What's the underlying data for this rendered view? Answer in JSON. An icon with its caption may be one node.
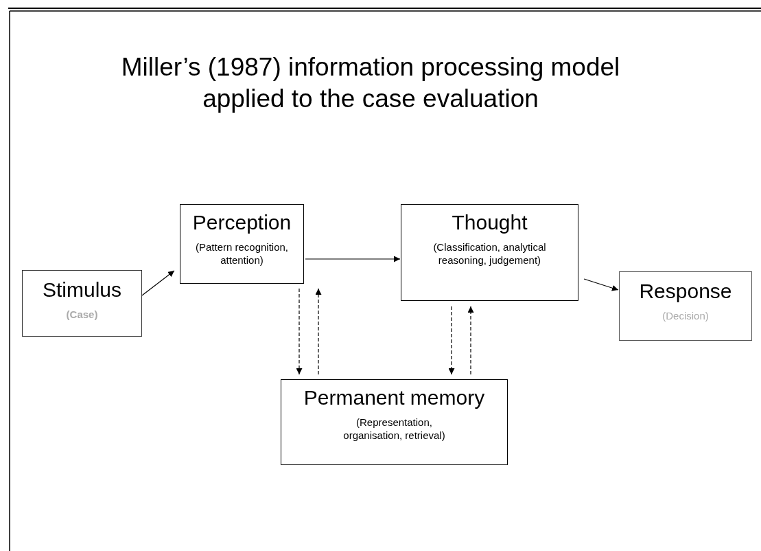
{
  "diagram": {
    "title": "Miller’s (1987) information processing model applied to the case evaluation",
    "nodes": [
      {
        "text": [
          "Stimulus",
          "(Case)"
        ]
      },
      {
        "text": [
          "Perception",
          "(Pattern recognition, attention)"
        ]
      },
      {
        "text": [
          "Thought",
          "(Classification, analytical reasoning, judgement)"
        ]
      },
      {
        "text": [
          "Response",
          "(Decision)"
        ]
      },
      {
        "text": [
          "Permanent memory",
          "(Representation, organisation, retrieval)"
        ]
      }
    ],
    "edges": [
      {
        "from": 0,
        "to": 1,
        "arrow": "to"
      },
      {
        "from": 1,
        "to": 2,
        "arrow": "to"
      },
      {
        "from": 2,
        "to": 3,
        "arrow": "to"
      },
      {
        "from": 1,
        "to": 4,
        "arrow": "to",
        "style": "dashed"
      },
      {
        "from": 4,
        "to": 1,
        "arrow": "to",
        "style": "dashed"
      },
      {
        "from": 2,
        "to": 4,
        "arrow": "to",
        "style": "dashed"
      },
      {
        "from": 4,
        "to": 2,
        "arrow": "to",
        "style": "dashed"
      }
    ]
  }
}
